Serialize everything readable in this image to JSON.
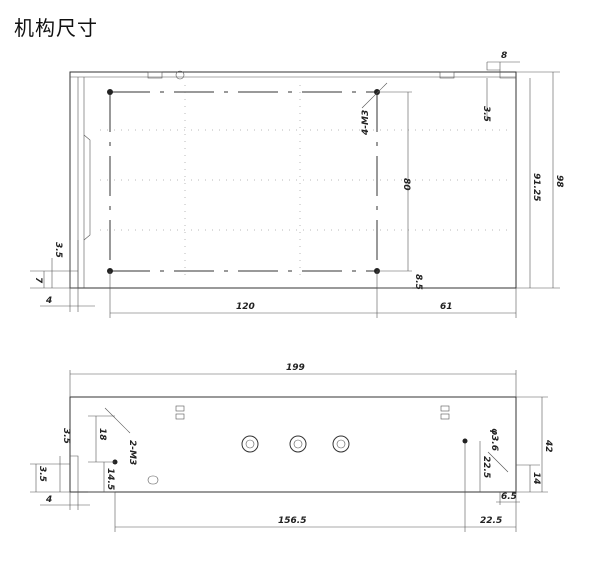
{
  "title": "机构尺寸",
  "top_view": {
    "dims": {
      "d8": "8",
      "d3_5_right": "3.5",
      "d98": "98",
      "d91_25": "91.25",
      "d80": "80",
      "d8_5": "8.5",
      "d3_5_left": "3.5",
      "d7": "7",
      "d4": "4",
      "d120": "120",
      "d61": "61",
      "hole_note": "4-M3"
    }
  },
  "side_view": {
    "dims": {
      "d199": "199",
      "d42": "42",
      "d18": "18",
      "d14_5": "14.5",
      "d3_5_a": "3.5",
      "d3_5_b": "3.5",
      "d4": "4",
      "d156_5": "156.5",
      "d22_5_bottom": "22.5",
      "d22_5_right": "22.5",
      "d14": "14",
      "d6_5": "6.5",
      "d3_6": "φ3.6",
      "hole_note": "2-M3"
    }
  }
}
